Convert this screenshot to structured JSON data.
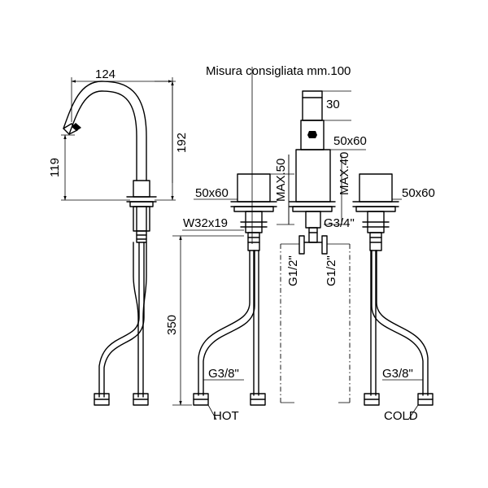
{
  "diagram": {
    "recommended_distance": "Misura consigliata mm.100",
    "dimensions": {
      "spout_reach": "124",
      "spout_height_total": "192",
      "spout_outlet_height": "119",
      "aerator_length": "30",
      "handle_size_hot": "50x60",
      "handle_size_center": "50x60",
      "handle_size_cold": "50x60",
      "max_deck_hot": "MAX.50",
      "max_deck_center": "MAX.40",
      "nut_size": "W32x19",
      "hose_length": "350",
      "outlet_thread": "G3/4\"",
      "pipe_thread_left": "G1/2\"",
      "pipe_thread_right": "G1/2\"",
      "hose_thread_hot": "G3/8\"",
      "hose_thread_cold": "G3/8\""
    },
    "labels": {
      "hot": "HOT",
      "cold": "COLD"
    }
  }
}
